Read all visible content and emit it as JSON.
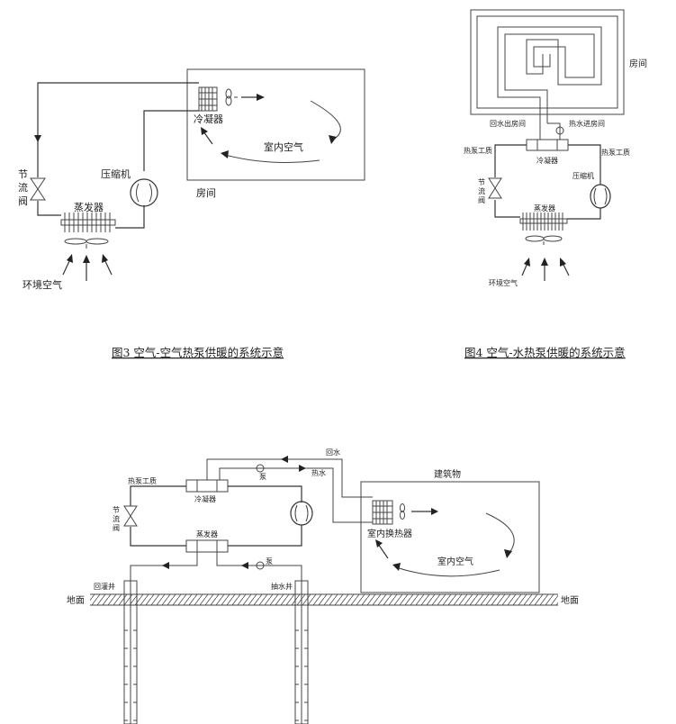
{
  "fig3": {
    "caption": "图3 空气-空气热泵供暖的系统示意",
    "condenser": "冷凝器",
    "compressor": "压缩机",
    "evaporator": "蒸发器",
    "valve": [
      "节",
      "流",
      "阀"
    ],
    "room": "房间",
    "indoor_air": "室内空气",
    "ambient_air": "环境空气"
  },
  "fig4": {
    "caption": "图4 空气-水热泵供暖的系统示意",
    "room": "房间",
    "return_water": "回水出房间",
    "hot_water": "热水进房间",
    "working_fluid_left": "热泵工质",
    "working_fluid_right": "热泵工质",
    "condenser": "冷凝器",
    "compressor": "压缩机",
    "evaporator": "蒸发器",
    "valve": [
      "节",
      "流",
      "阀"
    ],
    "ambient_air": "环境空气"
  },
  "fig5": {
    "return_water": "回水",
    "hot_water": "热水",
    "building": "建筑物",
    "working_fluid": "热泵工质",
    "pump_top": "泵",
    "condenser": "冷凝器",
    "valve": [
      "节",
      "流",
      "阀"
    ],
    "evaporator": "蒸发器",
    "pump_bottom": "泵",
    "indoor_exchanger": "室内换热器",
    "indoor_air": "室内空气",
    "recharge_well": "回灌井",
    "pumping_well": "抽水井",
    "ground_left": "地面",
    "ground_right": "地面"
  }
}
